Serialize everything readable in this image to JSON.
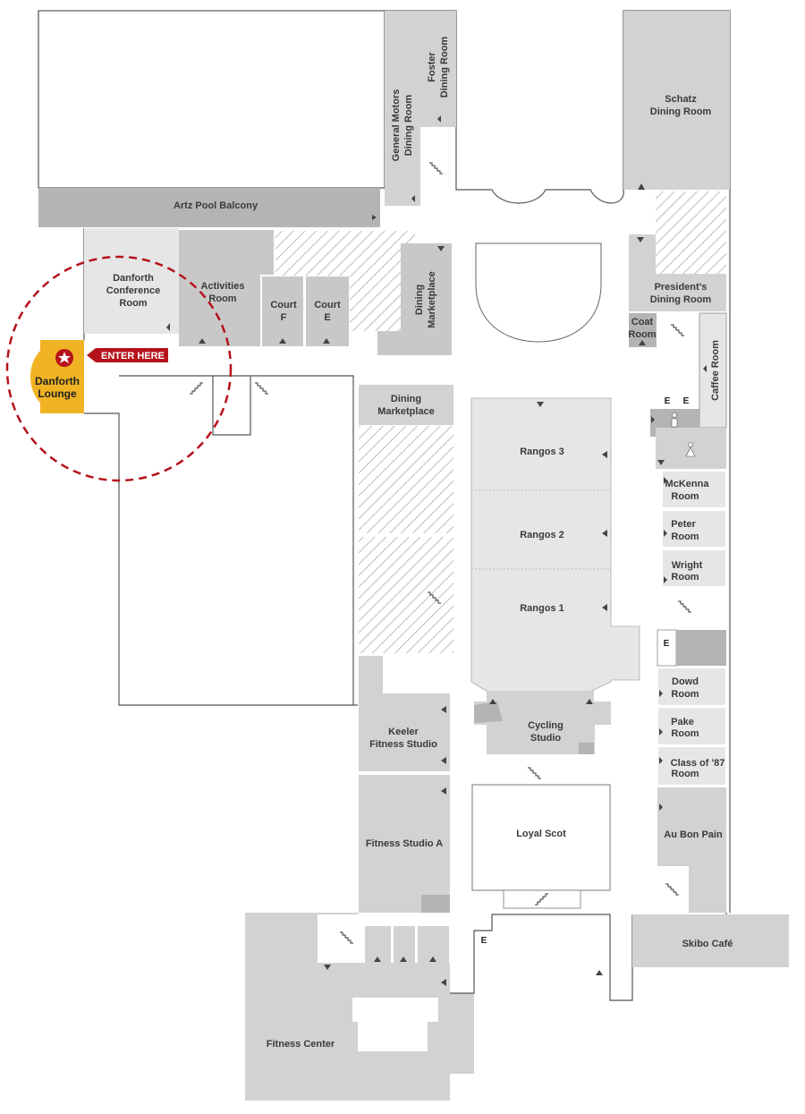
{
  "colors": {
    "room_light": "#e6e6e6",
    "room_mid": "#d2d2d2",
    "room_dark": "#b4b4b4",
    "wall": "#555555",
    "accent_red": "#b5121b",
    "highlight_gold": "#f0b323",
    "hatch": "#bdbdbd"
  },
  "rooms": {
    "artz_pool_balcony": "Artz Pool Balcony",
    "general_motors_1": "General Motors",
    "general_motors_2": "Dining Room",
    "foster_1": "Foster",
    "foster_2": "Dining Room",
    "schatz_1": "Schatz",
    "schatz_2": "Dining Room",
    "danforth_conf_1": "Danforth",
    "danforth_conf_2": "Conference",
    "danforth_conf_3": "Room",
    "activities_1": "Activities",
    "activities_2": "Room",
    "court_f_1": "Court",
    "court_f_2": "F",
    "court_e_1": "Court",
    "court_e_2": "E",
    "dining_marketplace_v_1": "Dining",
    "dining_marketplace_v_2": "Marketplace",
    "presidents_1": "President's",
    "presidents_2": "Dining Room",
    "coat_1": "Coat",
    "coat_2": "Room",
    "caffee": "Caffee Room",
    "dining_marketplace_h_1": "Dining",
    "dining_marketplace_h_2": "Marketplace",
    "rangos_3": "Rangos 3",
    "rangos_2": "Rangos 2",
    "rangos_1": "Rangos 1",
    "mckenna_1": "McKenna",
    "mckenna_2": "Room",
    "peter_1": "Peter",
    "peter_2": "Room",
    "wright_1": "Wright",
    "wright_2": "Room",
    "keeler_1": "Keeler",
    "keeler_2": "Fitness Studio",
    "cycling_1": "Cycling",
    "cycling_2": "Studio",
    "dowd_1": "Dowd",
    "dowd_2": "Room",
    "pake_1": "Pake",
    "pake_2": "Room",
    "class87_1": "Class of '87",
    "class87_2": "Room",
    "fitness_a": "Fitness Studio A",
    "loyal_scot": "Loyal Scot",
    "au_bon_pain": "Au Bon Pain",
    "skibo": "Skibo Café",
    "fitness_center": "Fitness Center"
  },
  "elevator_label": "E",
  "entrance": {
    "label": "ENTER HERE",
    "lounge_1": "Danforth",
    "lounge_2": "Lounge",
    "marker_icon": "star-icon"
  },
  "icons": {
    "stairs": "stairs-icon",
    "door": "door-arrow-icon",
    "restroom_men": "restroom-men-icon",
    "restroom_women": "restroom-women-icon"
  }
}
